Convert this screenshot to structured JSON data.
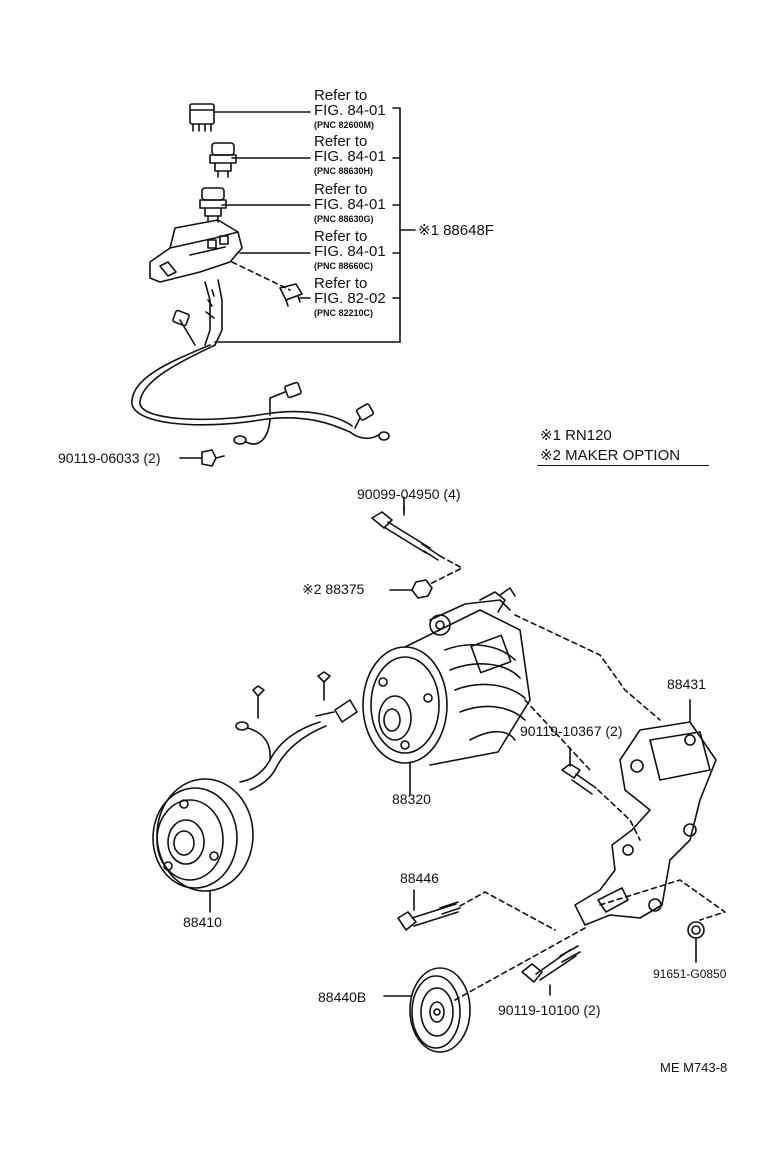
{
  "reference_callouts": [
    {
      "line1": "Refer to",
      "line2": "FIG. 84-01",
      "line3": "(PNC 82600M)"
    },
    {
      "line1": "Refer to",
      "line2": "FIG. 84-01",
      "line3": "(PNC 88630H)"
    },
    {
      "line1": "Refer to",
      "line2": "FIG. 84-01",
      "line3": "(PNC 88630G)"
    },
    {
      "line1": "Refer to",
      "line2": "FIG. 84-01",
      "line3": "(PNC 88660C)"
    },
    {
      "line1": "Refer to",
      "line2": "FIG. 82-02",
      "line3": "(PNC 82210C)"
    }
  ],
  "group_label": "※1 88648F",
  "legend": {
    "note1": "※1 RN120",
    "note2": "※2 MAKER  OPTION"
  },
  "part_labels": {
    "screw_harness": "90119-06033 (2)",
    "bolt_top": "90099-04950 (4)",
    "nut_option": "※2  88375",
    "bracket": "88431",
    "bolt_bracket": "90119-10367 (2)",
    "compressor": "88320",
    "clutch": "88410",
    "bolt_idler": "88446",
    "nut_bracket": "91651-G0850",
    "idler_pulley": "88440B",
    "bolt_long": "90119-10100 (2)"
  },
  "figure_code": "ME M743-8",
  "icons": [
    "relay-icon",
    "pressure-switch-icon",
    "pressure-switch-icon",
    "connector-block-icon",
    "connector-icon",
    "wire-harness-icon",
    "bolt-icon",
    "nut-icon",
    "compressor-icon",
    "magnetic-clutch-icon",
    "bracket-icon",
    "idler-pulley-icon"
  ]
}
